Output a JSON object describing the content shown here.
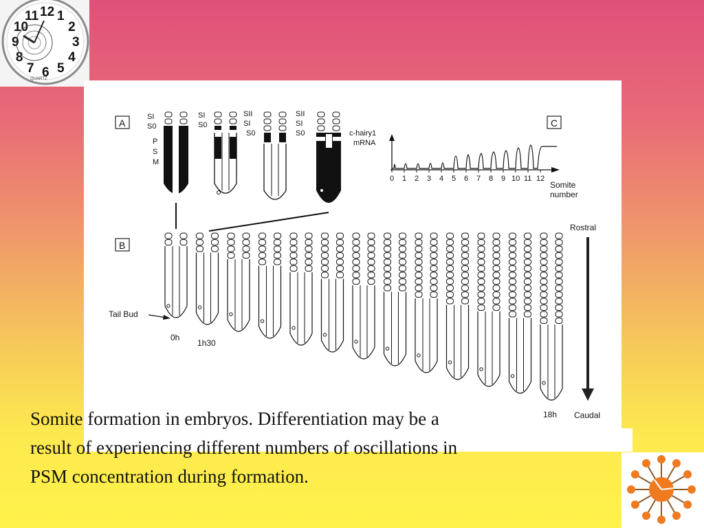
{
  "slide": {
    "caption": "Somite formation in embryos. Differentiation may be a result of experiencing different numbers of oscillations in PSM concentration during formation.",
    "colors": {
      "top": "#e0507a",
      "bottom": "#fff24a",
      "figure_bg": "#ffffff"
    }
  },
  "decorations": {
    "top_left": "wall-clock-icon",
    "bottom_right": "ball-clock-icon",
    "clock_numbers": [
      "12",
      "1",
      "2",
      "3",
      "4",
      "5",
      "6",
      "7",
      "8",
      "9",
      "10",
      "11"
    ],
    "clock_brand": "QUARTZ"
  },
  "figure": {
    "panel_a": {
      "label": "A",
      "stage1": {
        "s1": "SI",
        "s0": "S0",
        "psm": [
          "P",
          "S",
          "M"
        ]
      },
      "stage2": {
        "s1": "SI",
        "s0": "S0"
      },
      "stage3": {
        "s2": "SII",
        "s1": "SI",
        "s0": "S0"
      },
      "stage4": {
        "s2": "SII",
        "s1": "SI",
        "s0": "S0"
      }
    },
    "panel_b": {
      "label": "B",
      "tail_bud": "Tail Bud",
      "time_start": "0h",
      "time_second": "1h30",
      "time_end": "18h",
      "rostral": "Rostral",
      "caudal": "Caudal"
    },
    "panel_c": {
      "label": "C",
      "ylabel_line1": "c-hairy1",
      "ylabel_line2": "mRNA",
      "xlabel_line1": "Somite",
      "xlabel_line2": "number",
      "ticks": [
        "0",
        "1",
        "2",
        "3",
        "4",
        "5",
        "6",
        "7",
        "8",
        "9",
        "10",
        "11",
        "12"
      ]
    }
  }
}
